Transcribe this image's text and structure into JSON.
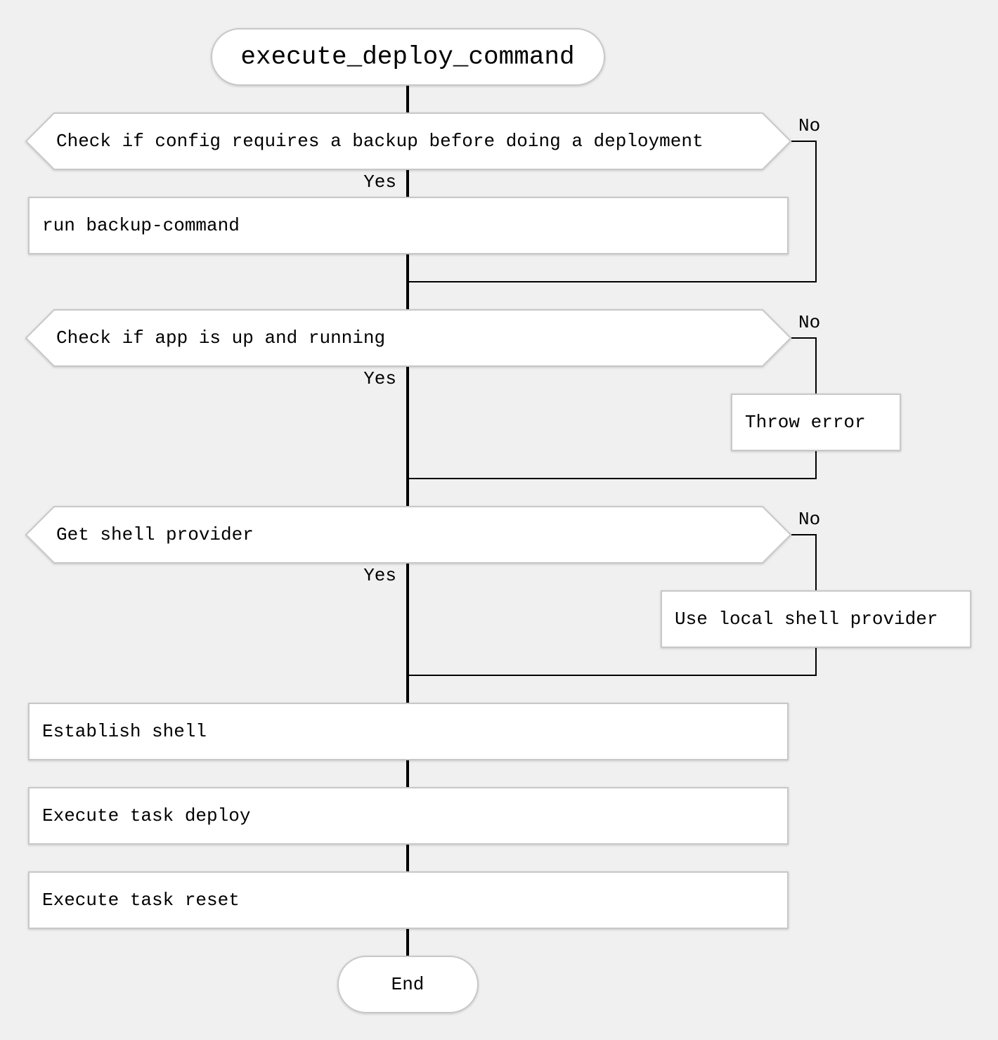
{
  "diagram": {
    "start": {
      "label": "execute_deploy_command"
    },
    "decisions": [
      {
        "label": "Check if config requires a backup before doing a deployment",
        "yes": "Yes",
        "no": "No"
      },
      {
        "label": "Check if app is up and running",
        "yes": "Yes",
        "no": "No"
      },
      {
        "label": "Get shell provider",
        "yes": "Yes",
        "no": "No"
      }
    ],
    "steps": {
      "run_backup": "run backup-command",
      "throw_error": "Throw error",
      "local_shell": "Use local shell provider",
      "establish_shell": "Establish shell",
      "execute_deploy": "Execute task deploy",
      "execute_reset": "Execute task reset"
    },
    "end": {
      "label": "End"
    }
  }
}
